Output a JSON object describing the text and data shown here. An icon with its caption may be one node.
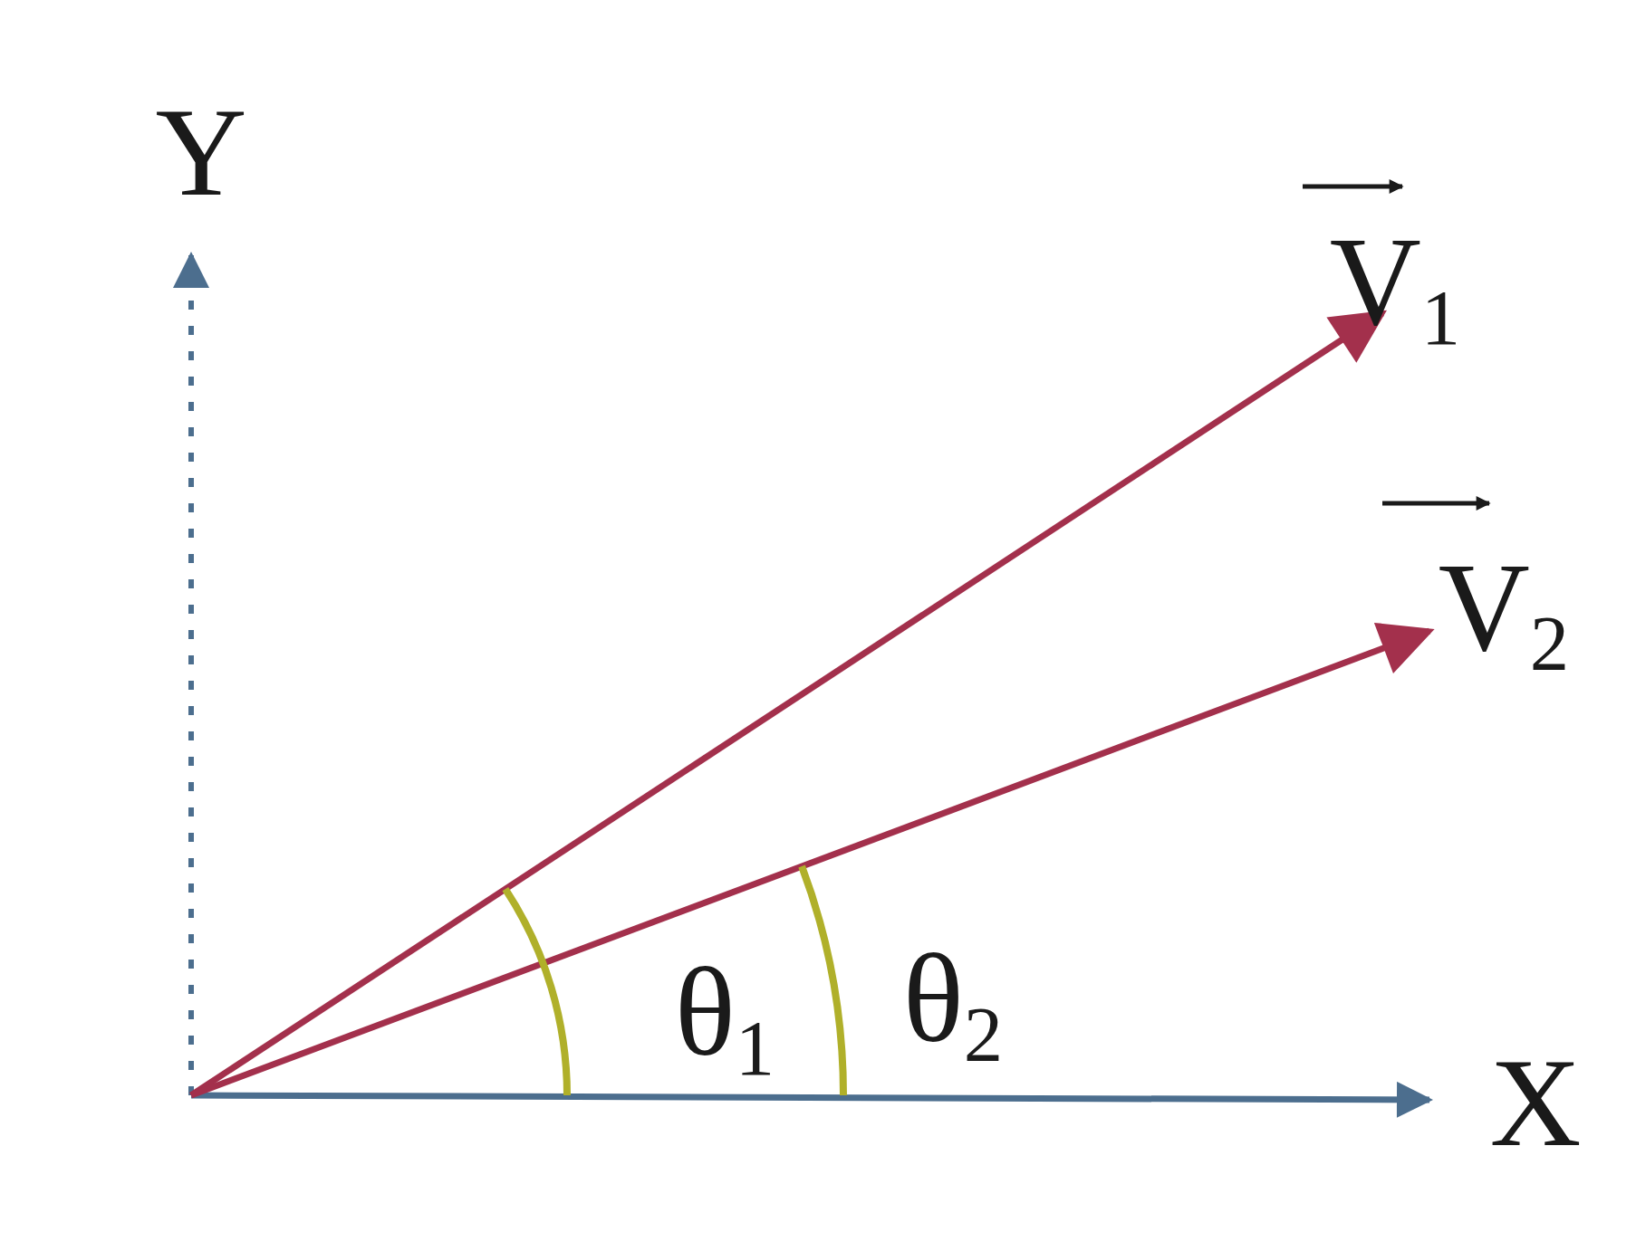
{
  "diagram": {
    "labels": [
      "Y",
      "V$_{1}$",
      "V$_{2}$",
      "θ$_{1}$",
      "θ$_{2}$",
      "X"
    ]
  }
}
